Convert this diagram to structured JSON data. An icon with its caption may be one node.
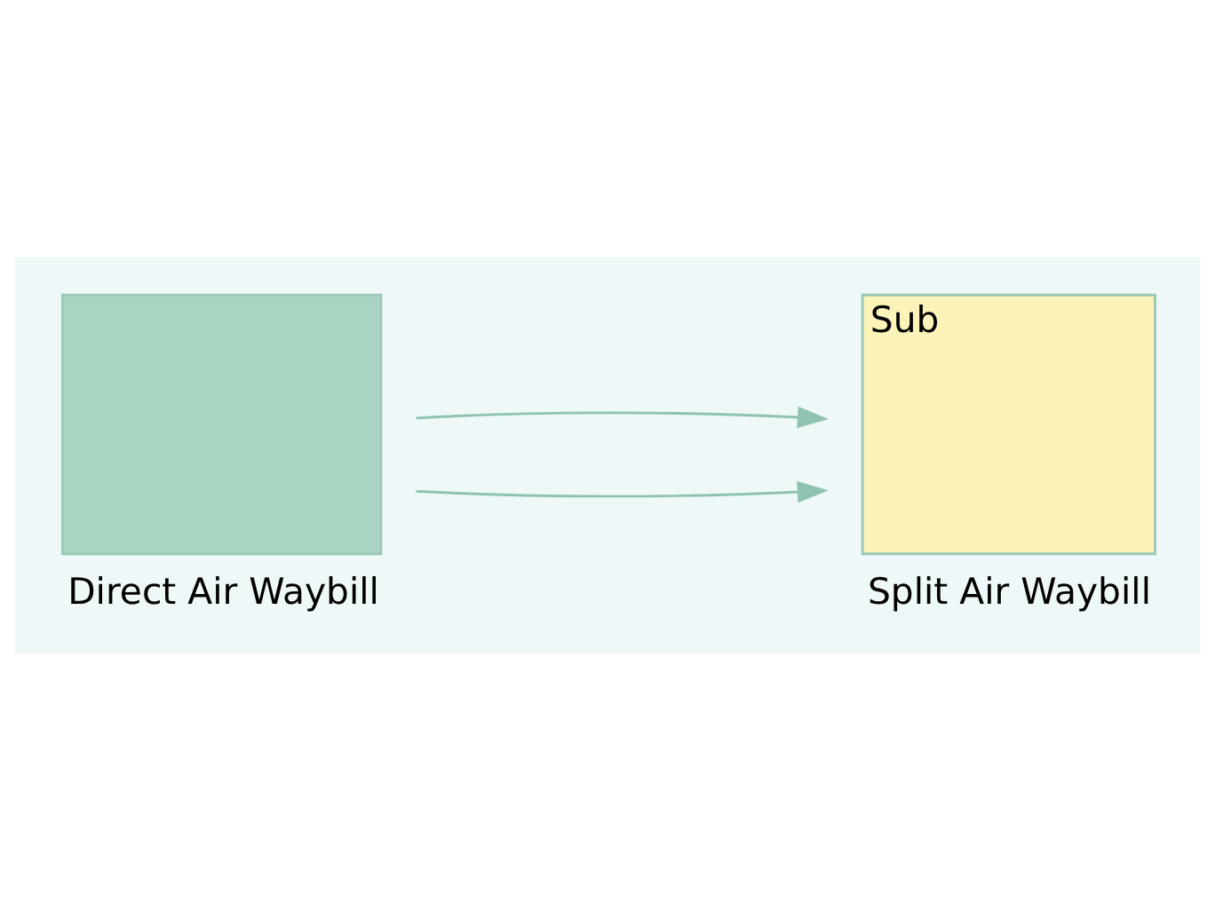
{
  "diagram": {
    "nodes": [
      {
        "text": [],
        "shape": "box",
        "beside": [
          "Direct Air Waybill"
        ]
      },
      {
        "text": [
          "Sub"
        ],
        "beside": [
          "Split Air Waybill"
        ]
      }
    ],
    "edges": [
      {
        "from": 0,
        "to": 1,
        "arrow": "to"
      },
      {
        "from": 0,
        "to": 1,
        "arrow": "to"
      }
    ]
  }
}
